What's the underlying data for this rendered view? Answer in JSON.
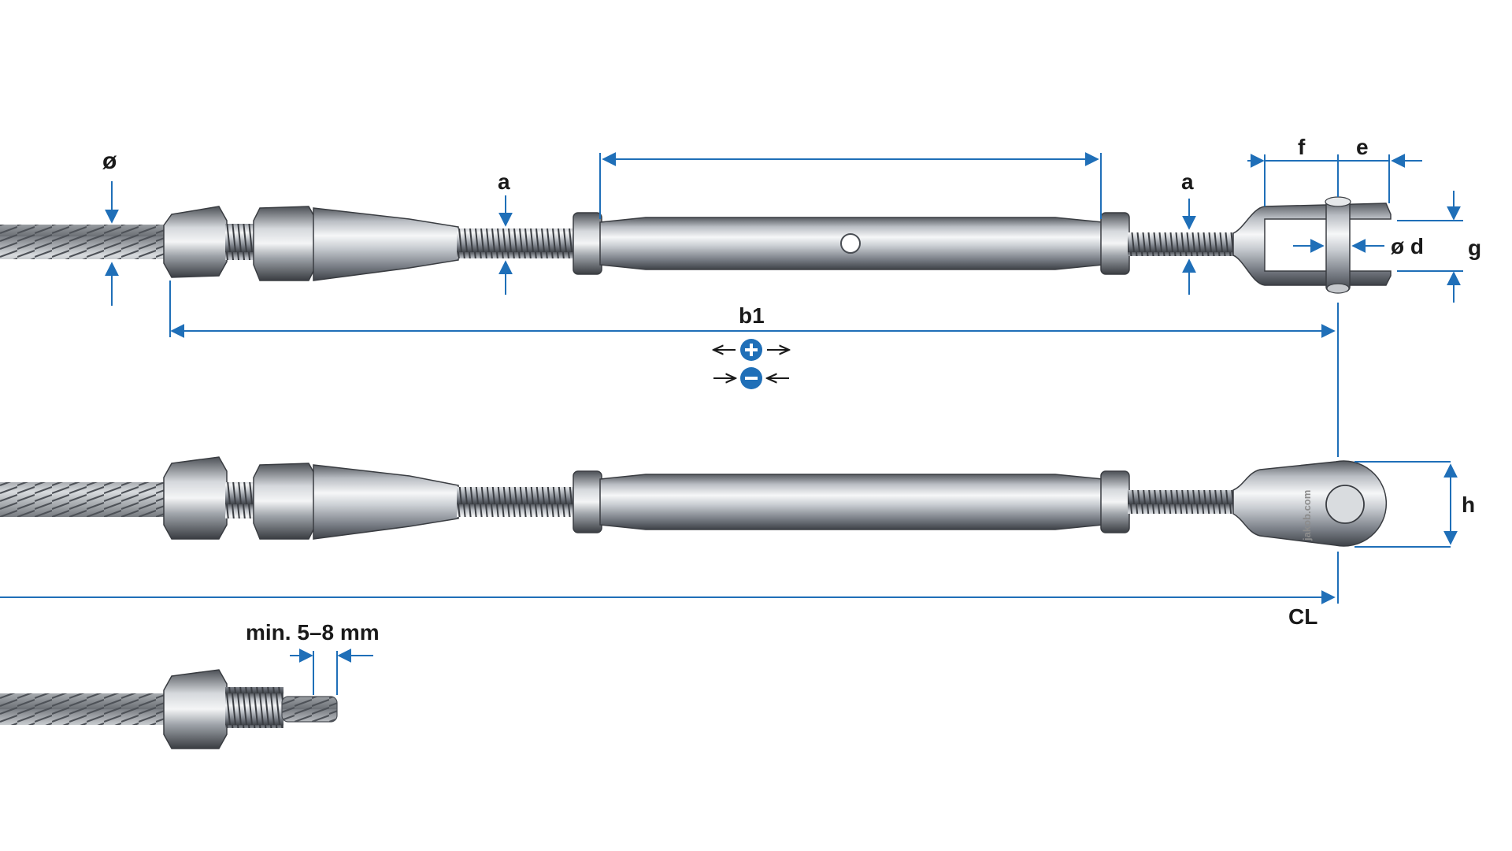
{
  "labels": {
    "diameter": "ø",
    "a_left": "a",
    "a_right": "a",
    "f": "f",
    "e": "e",
    "d": "ø d",
    "g": "g",
    "b1": "b1",
    "h": "h",
    "cl": "CL",
    "min_length": "min. 5–8 mm"
  },
  "watermark": "jakob.com",
  "colors": {
    "dimension": "#1f6fb8",
    "text": "#1a1a1a",
    "steel_dark": "#5a5f66",
    "steel_mid": "#aeb3b9",
    "steel_light": "#f2f4f6"
  },
  "icons": {
    "extend": "plus-circle-icon",
    "retract": "minus-circle-icon"
  }
}
